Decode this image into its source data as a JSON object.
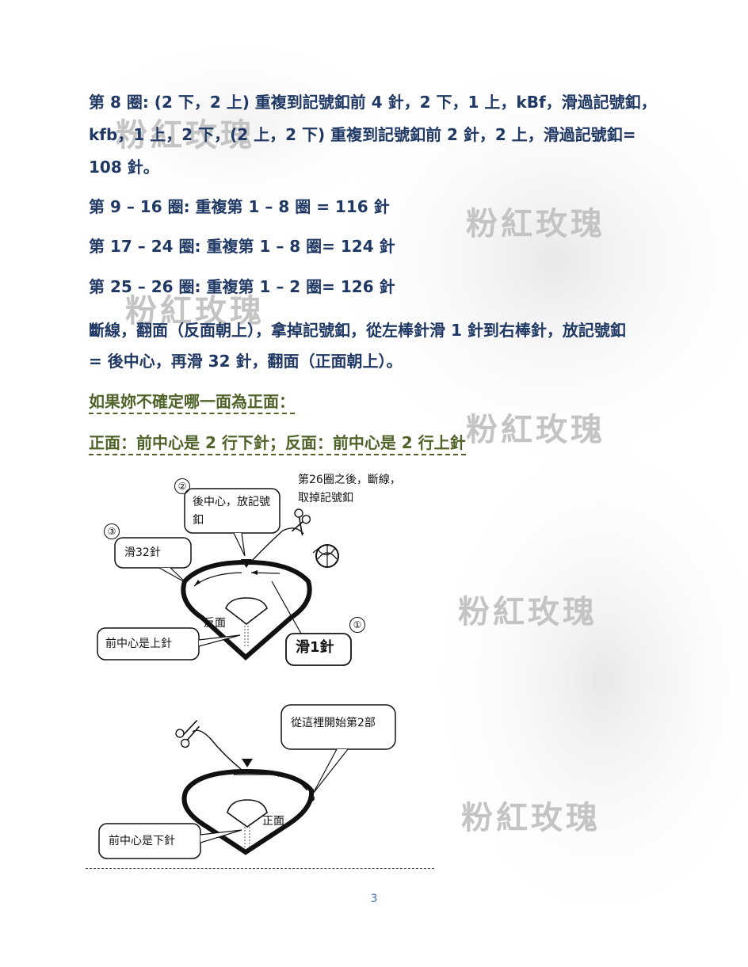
{
  "watermark_text": "粉紅玫瑰",
  "instructions": {
    "round8_line1": "第 8 圈: (2 下，2 上) 重複到記號釦前 4 針，2 下，1 上，kBf，滑過記號釦，",
    "round8_line2": "kfb，1 上，2 下，(2 上，2 下) 重複到記號釦前 2 針，2 上，滑過記號釦=",
    "round8_line3": "108 針。",
    "round9_16": "第 9 – 16 圈: 重複第 1 – 8 圈 = 116 針",
    "round17_24": "第 17 – 24 圈: 重複第 1 – 8 圈= 124 針",
    "round25_26": "第 25 – 26 圈: 重複第 1 – 2 圈= 126 針",
    "break_line1": "斷線，翻面（反面朝上），拿掉記號釦，從左棒針滑 1 針到右棒針，放記號釦",
    "break_line2": "= 後中心，再滑 32 針，翻面（正面朝上）。"
  },
  "notes": {
    "unsure_side": "如果妳不確定哪一面為正面：",
    "side_rule": "正面：前中心是 2 行下針；反面：前中心是 2 行上針"
  },
  "diagram1": {
    "step1": "①",
    "step2": "②",
    "step3": "③",
    "after26": "第26圈之後，斷線，",
    "remove_marker": "取掉記號釦",
    "back_center_line1": "後中心，放記號",
    "back_center_line2": "釦",
    "slip32": "滑32針",
    "wrong_side": "反面",
    "front_center_purl": "前中心是上針",
    "slip1": "滑1針"
  },
  "diagram2": {
    "start_part2": "從這裡開始第2部",
    "right_side": "正面",
    "front_center_knit": "前中心是下針"
  },
  "page_number": "3"
}
